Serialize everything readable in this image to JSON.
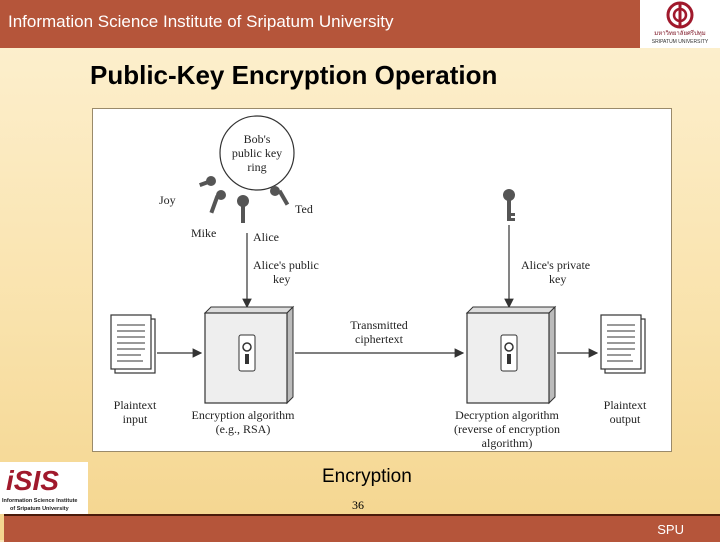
{
  "header": {
    "title": "Information Science Institute of Sripatum University",
    "logo_thai": "มหาวิทยาลัยศรีปทุม",
    "logo_en": "SRIPATUM UNIVERSITY"
  },
  "slide": {
    "title": "Public-Key Encryption Operation",
    "caption": "Encryption",
    "page_number": "36"
  },
  "diagram": {
    "keyring_line1": "Bob's",
    "keyring_line2": "public key",
    "keyring_line3": "ring",
    "name_joy": "Joy",
    "name_ted": "Ted",
    "name_mike": "Mike",
    "name_alice": "Alice",
    "pubkey_line1": "Alice's public",
    "pubkey_line2": "key",
    "privkey_line1": "Alice's private",
    "privkey_line2": "key",
    "trans_line1": "Transmitted",
    "trans_line2": "ciphertext",
    "pt_in_line1": "Plaintext",
    "pt_in_line2": "input",
    "enc_line1": "Encryption algorithm",
    "enc_line2": "(e.g., RSA)",
    "dec_line1": "Decryption algorithm",
    "dec_line2": "(reverse of encryption",
    "dec_line3": "algorithm)",
    "pt_out_line1": "Plaintext",
    "pt_out_line2": "output"
  },
  "isis_logo": {
    "brand": "iSIS",
    "sub1": "Information Science Institute",
    "sub2": "of Sripatum University"
  },
  "footer": {
    "text": "SPU"
  },
  "colors": {
    "header": "#b5553a",
    "background": "#fbe7b8",
    "logo_red": "#a0192c"
  }
}
